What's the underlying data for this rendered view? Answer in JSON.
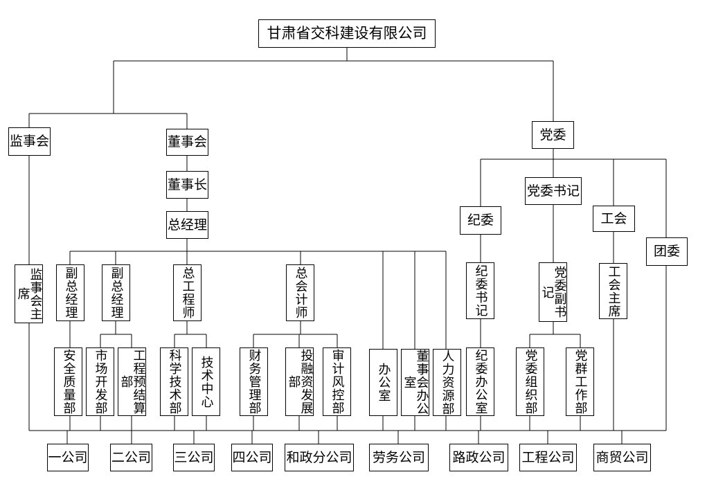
{
  "company": "甘肃省交科建设有限公司",
  "governance": {
    "supervisory_board": "监事会",
    "board": "董事会",
    "chairman": "董事长",
    "general_manager": "总经理",
    "supervisory_chair": "监事会主席"
  },
  "management": {
    "deputy_gm_1": "副总经理",
    "deputy_gm_2": "副总经理",
    "chief_engineer": "总工程师",
    "chief_accountant": "总会计师"
  },
  "departments": {
    "safety_quality": "安全质量部",
    "market_dev": "市场开发部",
    "budget": "工程预结算部",
    "sci_tech": "科学技术部",
    "tech_center": "技术中心",
    "finance": "财务管理部",
    "investment": "投融资发展部",
    "audit_risk": "审计风控部",
    "office": "办公室",
    "board_office": "董事会办公室",
    "hr": "人力资源部"
  },
  "party": {
    "party_committee": "党委",
    "secretary": "党委书记",
    "discipline": "纪委",
    "union": "工会",
    "youth": "团委",
    "discipline_secretary": "纪委书记",
    "deputy_secretary": "党委副书记",
    "union_chair": "工会主席",
    "discipline_office": "纪委办公室",
    "organization": "党委组织部",
    "mass_work": "党群工作部"
  },
  "subsidiaries": [
    "一公司",
    "二公司",
    "三公司",
    "四公司",
    "和政分公司",
    "劳务公司",
    "路政公司",
    "工程公司",
    "商贸公司"
  ]
}
